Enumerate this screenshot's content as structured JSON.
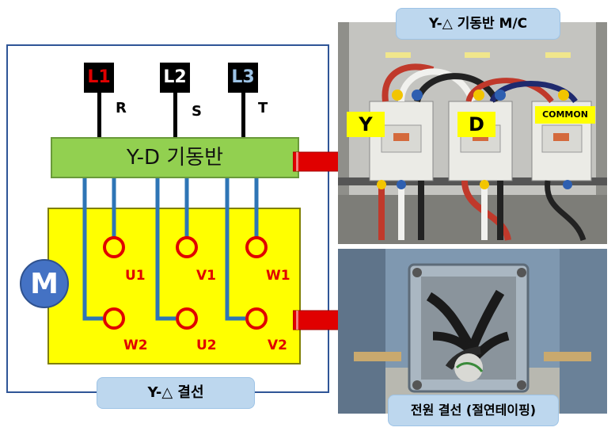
{
  "supply": {
    "lines": [
      {
        "label": "L1",
        "phase": "R",
        "color": "#e00000"
      },
      {
        "label": "L2",
        "phase": "S",
        "color": "#ffffff"
      },
      {
        "label": "L3",
        "phase": "T",
        "color": "#9dc3e6"
      }
    ]
  },
  "starter": {
    "label": "Y-D 기동반"
  },
  "motor": {
    "symbol": "M",
    "top_terminals": [
      "U1",
      "V1",
      "W1"
    ],
    "bottom_terminals": [
      "W2",
      "U2",
      "V2"
    ]
  },
  "captions": {
    "diagram": "Y-△ 결선",
    "panel_photo": "Y-△ 기동반 M/C",
    "terminal_photo": "전원 결선 (절연테이핑)"
  },
  "panel_photo": {
    "labels": {
      "y": "Y",
      "d": "D",
      "common": "COMMON"
    }
  },
  "colors": {
    "frame": "#2f5597",
    "starter_fill": "#92d050",
    "motor_box_fill": "#ffff00",
    "terminal": "#e00000",
    "wire_blue": "#2e75b6",
    "arrow": "#e00000",
    "caption_fill": "#bdd7ee"
  }
}
